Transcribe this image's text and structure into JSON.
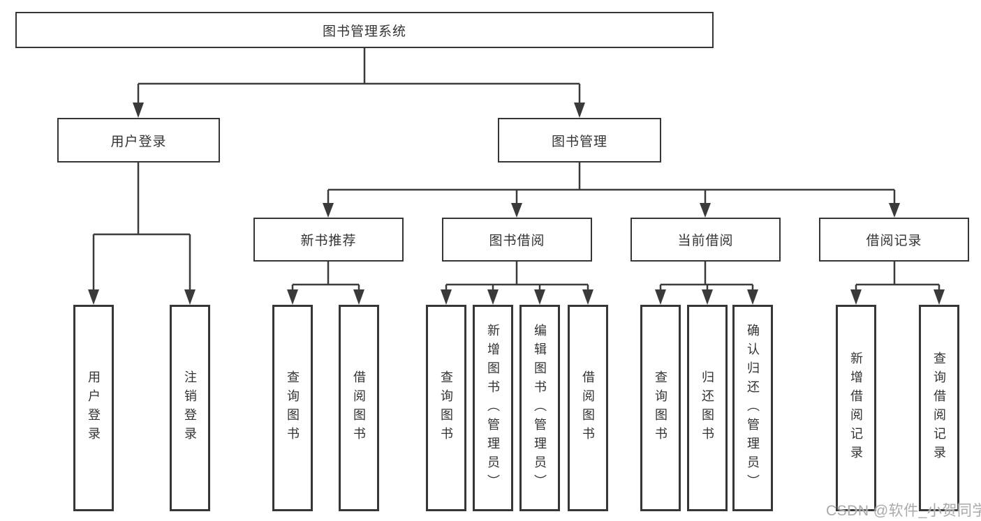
{
  "tree": {
    "root": {
      "label": "图书管理系统",
      "children": [
        {
          "label": "用户登录",
          "children": [
            {
              "label": "用户登录"
            },
            {
              "label": "注销登录"
            }
          ]
        },
        {
          "label": "图书管理",
          "children": [
            {
              "label": "新书推荐",
              "children": [
                {
                  "label": "查询图书"
                },
                {
                  "label": "借阅图书"
                }
              ]
            },
            {
              "label": "图书借阅",
              "children": [
                {
                  "label": "查询图书"
                },
                {
                  "label": "新增图书（管理员）"
                },
                {
                  "label": "编辑图书（管理员）"
                },
                {
                  "label": "借阅图书"
                }
              ]
            },
            {
              "label": "当前借阅",
              "children": [
                {
                  "label": "查询图书"
                },
                {
                  "label": "归还图书"
                },
                {
                  "label": "确认归还（管理员）"
                }
              ]
            },
            {
              "label": "借阅记录",
              "children": [
                {
                  "label": "新增借阅记录"
                },
                {
                  "label": "查询借阅记录"
                }
              ]
            }
          ]
        }
      ]
    }
  },
  "watermark": {
    "text": "CSDN @软件_小贺同学"
  },
  "colors": {
    "line": "#3a3a3a",
    "box_border": "#363636",
    "text": "#333333",
    "background": "#ffffff",
    "watermark": "#a9a9a9"
  }
}
